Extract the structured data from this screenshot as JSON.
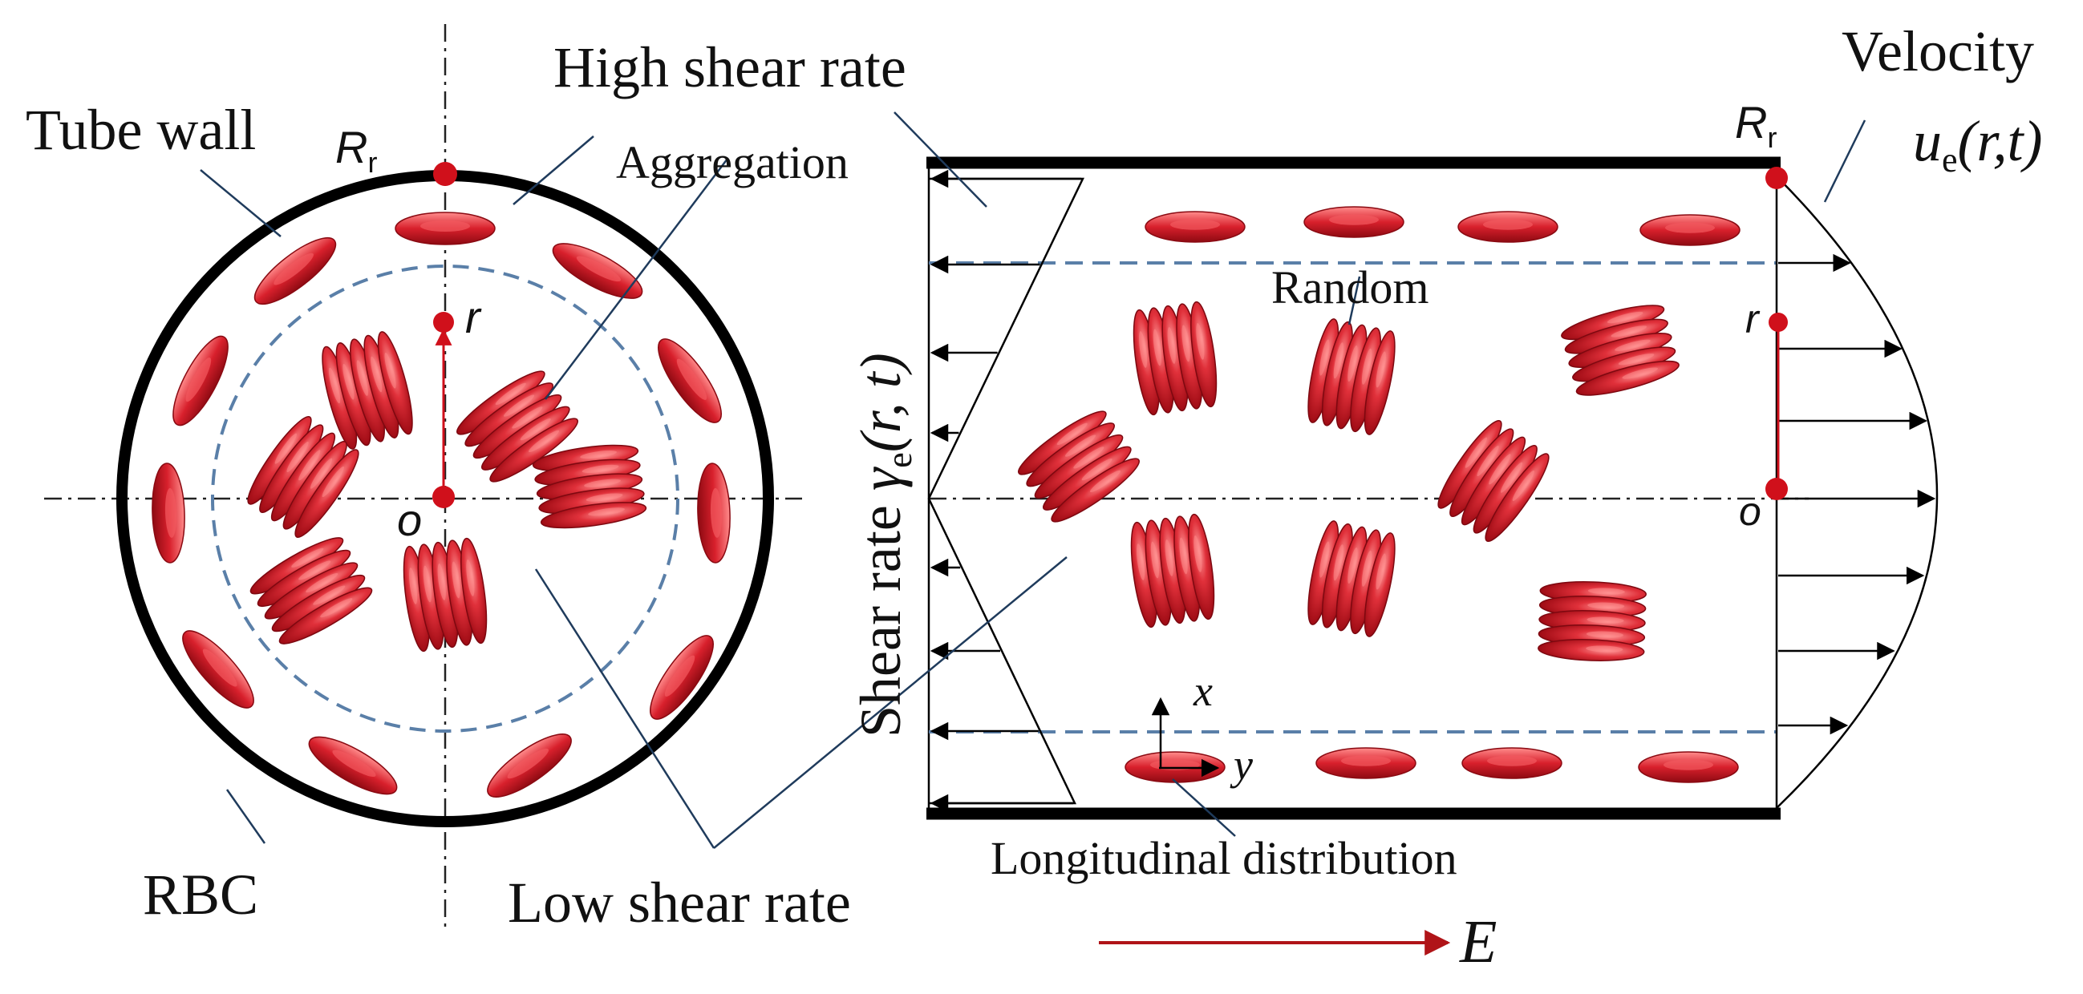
{
  "labels": {
    "tube_wall": "Tube wall",
    "high_shear_rate": "High shear rate",
    "aggregation": "Aggregation",
    "velocity": "Velocity",
    "velocity_symbol": {
      "base": "u",
      "sub": "e",
      "args": "(r,t)"
    },
    "radius_left": {
      "base": "R",
      "sub": "r"
    },
    "radius_right": {
      "base": "R",
      "sub": "r"
    },
    "r_left": "r",
    "r_right": "r",
    "o_left": "o",
    "o_right": "o",
    "random": "Random",
    "shear_rate_axis": {
      "prefix": "Shear rate ",
      "symbol": "γ",
      "sub": "e",
      "args": "(r, t)"
    },
    "axis_x": "x",
    "axis_y": "y",
    "rbc": "RBC",
    "low_shear_rate": "Low shear rate",
    "longitudinal_distribution": "Longitudinal distribution",
    "field": "E"
  },
  "colors": {
    "rbc_fill": "#d4202e",
    "rbc_highlight": "#ff8a8a",
    "tube_wall": "#000000",
    "dashed_boundary": "#5a7fa8",
    "marker": "#d0101b",
    "field_arrow": "#b01418"
  }
}
